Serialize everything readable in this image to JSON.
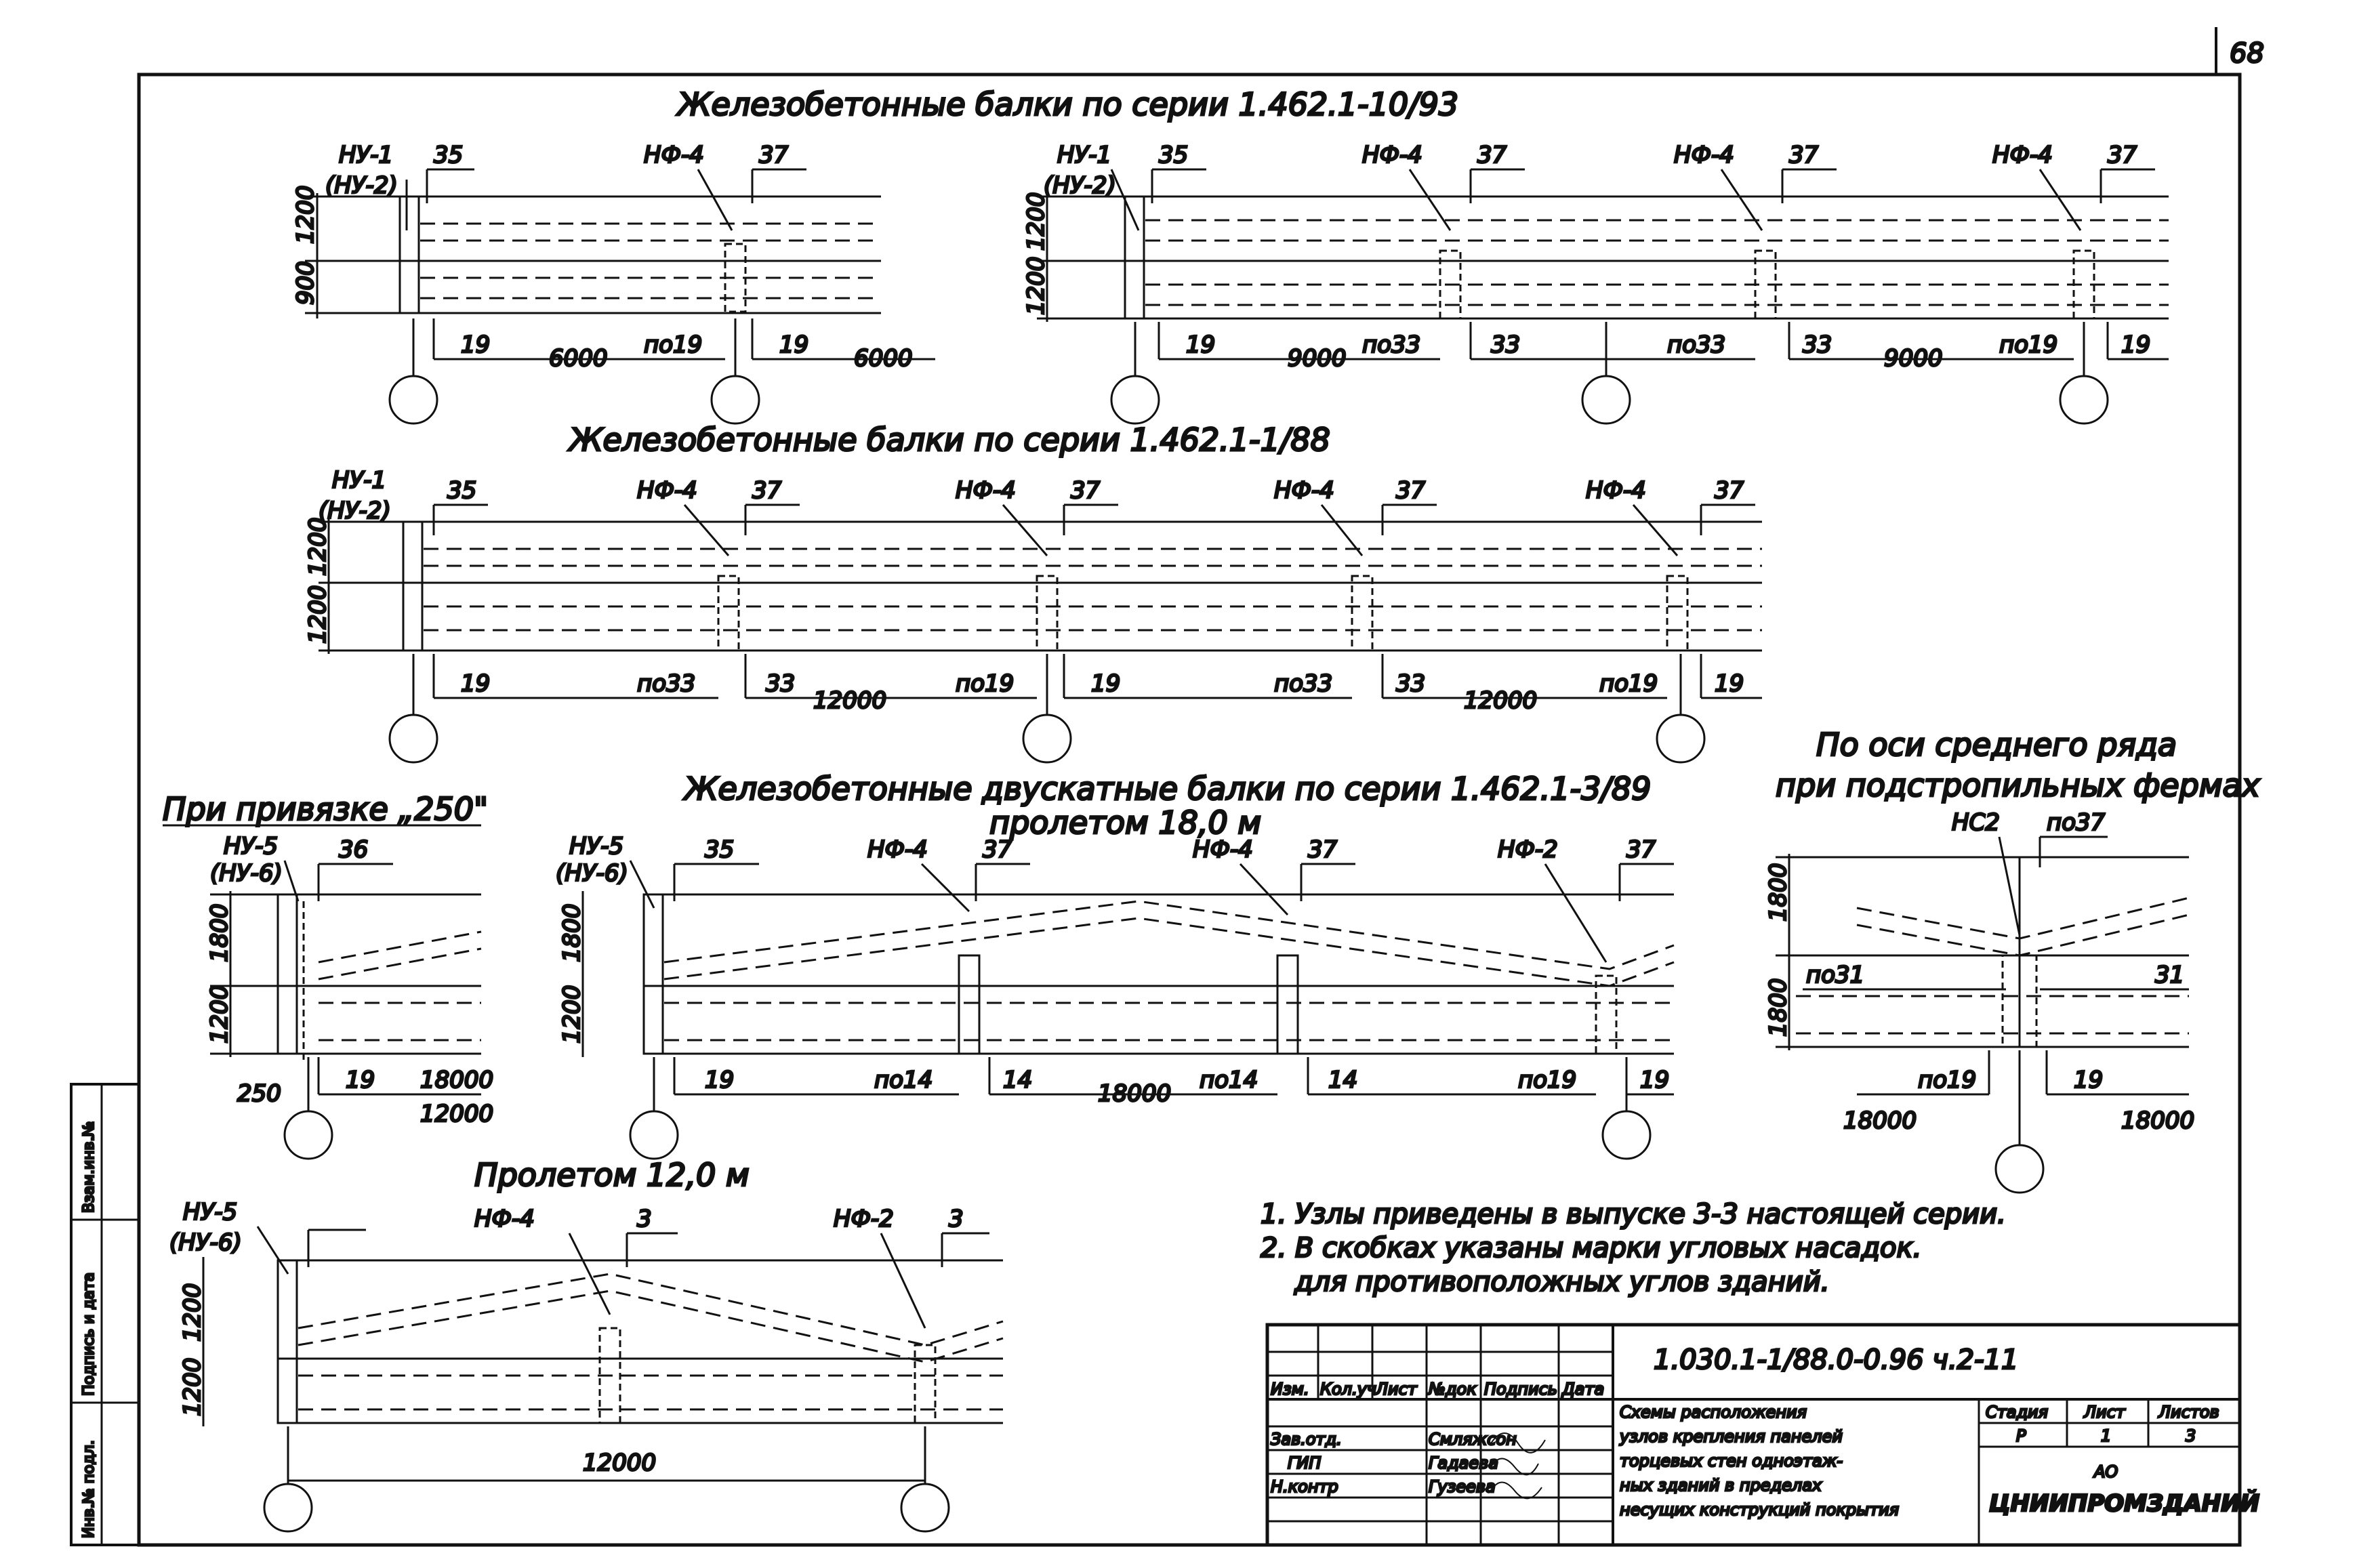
{
  "page_number": "68",
  "sections": {
    "s1_title": "Железобетонные балки по серии 1.462.1-10/93",
    "s2_title": "Железобетонные балки по серии 1.462.1-1/88",
    "s3_title": "Железобетонные двускатные балки по серии 1.462.1-3/89",
    "s3_subtitle": "пролетом 18,0 м",
    "s4_title": "При привязке „250\"",
    "s5_title_line1": "По оси среднего ряда",
    "s5_title_line2": "при подстропильных фермах",
    "s6_title": "Пролетом 12,0 м"
  },
  "labels": {
    "nu1": "НУ-1",
    "nu2": "(НУ-2)",
    "nu5": "НУ-5",
    "nu6": "(НУ-6)",
    "nf4": "НФ-4",
    "nf2": "НФ-2",
    "ns2": "НС2",
    "n35": "35",
    "n36": "36",
    "n37": "37",
    "n3": "3",
    "n19": "19",
    "n33": "33",
    "n14": "14",
    "n31": "31",
    "po19": "по19",
    "po33": "по33",
    "po14": "по14",
    "po31": "по31",
    "po37": "по37",
    "d6000": "6000",
    "d9000": "9000",
    "d12000": "12000",
    "d18000": "18000",
    "d12000b": "12000",
    "d250": "250",
    "h1200": "1200",
    "h900": "900",
    "h1800": "1800"
  },
  "notes": {
    "n1": "1. Узлы приведены в выпуске 3-3 настоящей серии.",
    "n2": "2. В скобках указаны марки угловых насадок.",
    "n3": "для противоположных углов зданий."
  },
  "title_block": {
    "code": "1.030.1-1/88.0-0.96 ч.2-11",
    "hdr_izm": "Изм.",
    "hdr_koluch": "Кол.уч",
    "hdr_list": "Лист",
    "hdr_ndok": "№док",
    "hdr_podp": "Подпись",
    "hdr_data": "Дата",
    "role1": "Зав.отд.",
    "name1": "Смляжсон",
    "role2": "ГИП",
    "name2": "Гадаева",
    "role3": "Н.контр",
    "name3": "Гузеева",
    "desc1": "Схемы расположения",
    "desc2": "узлов крепления панелей",
    "desc3": "торцевых стен одноэтаж-",
    "desc4": "ных зданий в пределах",
    "desc5": "несущих конструкций покрытия",
    "stage_hdr": "Стадия",
    "sheet_hdr": "Лист",
    "sheets_hdr": "Листов",
    "stage": "Р",
    "sheet": "1",
    "sheets": "3",
    "org1": "АО",
    "org2": "ЦНИИПРОМЗДАНИЙ"
  },
  "side_stamp": {
    "s1": "Инв.№ подл.",
    "s2": "Подпись и дата",
    "s3": "Взам.инв.№"
  }
}
